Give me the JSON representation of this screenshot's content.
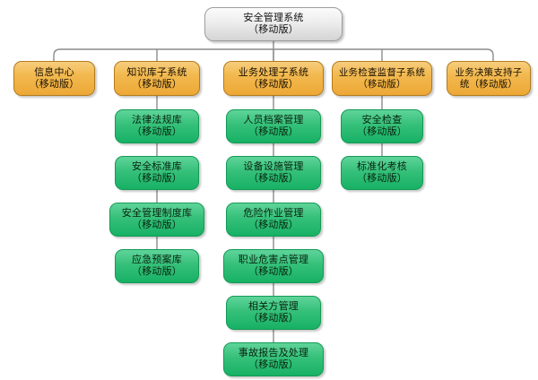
{
  "chart_data": {
    "type": "diagram",
    "title": "安全管理系统（移动版）",
    "orientation": "top-down-tree",
    "levels": 3,
    "colors": {
      "root_fill": "#ededed",
      "root_border": "#9d9d9d",
      "level2_fill": "#f2b94f",
      "level2_border": "#b27b1d",
      "level3_fill": "#35c079",
      "level3_border": "#139b55",
      "connector": "#8c8c8c",
      "background": "#ffffff"
    }
  },
  "root": {
    "id": "root",
    "line1": "安全管理系统",
    "line2": "（移动版）"
  },
  "branches": [
    {
      "id": "branch-info-center",
      "line1": "信息中心",
      "line2": "（移动版）",
      "children": []
    },
    {
      "id": "branch-knowledge-base",
      "line1": "知识库子系统",
      "line2": "（移动版）",
      "children": [
        {
          "id": "node-law-regulation",
          "line1": "法律法规库",
          "line2": "（移动版）"
        },
        {
          "id": "node-safety-standard",
          "line1": "安全标准库",
          "line2": "（移动版）"
        },
        {
          "id": "node-safety-rule",
          "line1": "安全管理制度库",
          "line2": "（移动版）"
        },
        {
          "id": "node-emergency-plan",
          "line1": "应急预案库",
          "line2": "（移动版）"
        }
      ]
    },
    {
      "id": "branch-business-process",
      "line1": "业务处理子系统",
      "line2": "（移动版）",
      "children": [
        {
          "id": "node-personnel-record",
          "line1": "人员档案管理",
          "line2": "（移动版）"
        },
        {
          "id": "node-equipment-facility",
          "line1": "设备设施管理",
          "line2": "（移动版）"
        },
        {
          "id": "node-hazardous-work",
          "line1": "危险作业管理",
          "line2": "（移动版）"
        },
        {
          "id": "node-occupational-hazard",
          "line1": "职业危害点管理",
          "line2": "（移动版）"
        },
        {
          "id": "node-related-party",
          "line1": "相关方管理",
          "line2": "（移动版）"
        },
        {
          "id": "node-accident-report",
          "line1": "事故报告及处理",
          "line2": "（移动版）"
        }
      ]
    },
    {
      "id": "branch-inspection-supervision",
      "line1": "业务检查监督子系统",
      "line2": "（移动版）",
      "children": [
        {
          "id": "node-safety-inspection",
          "line1": "安全检查",
          "line2": "（移动版）"
        },
        {
          "id": "node-standardization-assessment",
          "line1": "标准化考核",
          "line2": "（移动版）"
        }
      ]
    },
    {
      "id": "branch-decision-support",
      "line1": "业务决策支持子",
      "line2": "统（移动版）",
      "children": []
    }
  ]
}
